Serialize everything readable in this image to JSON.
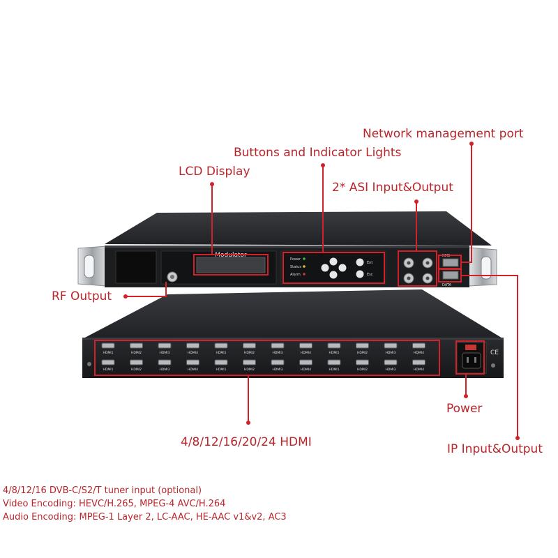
{
  "front_panel": {
    "lcd_text": "Modulator",
    "indicators": [
      "Power",
      "Status",
      "Alarm"
    ],
    "button_labels": {
      "enter": "Ent",
      "escape": "Esc"
    },
    "ports": {
      "nms": "NMS",
      "data": "DATA"
    }
  },
  "rear_panel": {
    "hdmi_top": [
      "HDMI1",
      "HDMI2",
      "HDMI3",
      "HDMI4",
      "HDMI1",
      "HDMI2",
      "HDMI3",
      "HDMI4",
      "HDMI1",
      "HDMI2",
      "HDMI3",
      "HDMI4"
    ],
    "hdmi_bottom": [
      "HDMI1",
      "HDMI2",
      "HDMI3",
      "HDMI4",
      "HDMI1",
      "HDMI2",
      "HDMI3",
      "HDMI4",
      "HDMI1",
      "HDMI2",
      "HDMI3",
      "HDMI4"
    ],
    "ce_mark": "CE"
  },
  "callouts": {
    "network_management_port": "Network management port",
    "buttons_indicator_lights": "Buttons and Indicator Lights",
    "lcd_display": "LCD Display",
    "asi": "2* ASI Input&Output",
    "rf_output": "RF Output",
    "power": "Power",
    "hdmi": "4/8/12/16/20/24 HDMI",
    "ip": "IP Input&Output"
  },
  "specs": [
    "4/8/12/16 DVB-C/S2/T tuner input (optional)",
    "Video Encoding: HEVC/H.265, MPEG-4 AVC/H.264",
    "Audio Encoding: MPEG-1 Layer 2, LC-AAC, HE-AAC v1&v2, AC3"
  ],
  "colors": {
    "accent": "#b8262c",
    "chassis": "#1c1d1f",
    "silver": "#b9bcc0"
  }
}
